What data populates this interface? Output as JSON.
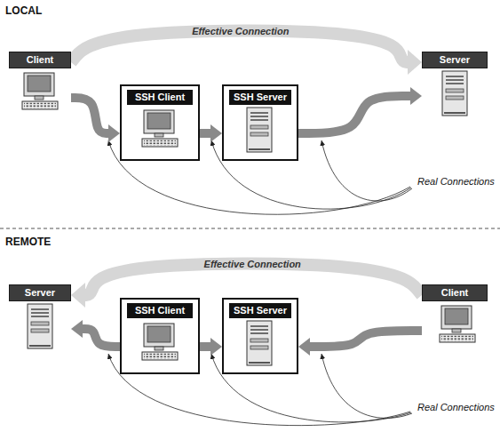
{
  "diagram": {
    "nodes": [
      {
        "text": [
          "Client"
        ]
      },
      {
        "text": [
          "SSH Client"
        ]
      },
      {
        "text": [
          "SSH Server"
        ]
      },
      {
        "text": [
          "Server"
        ]
      },
      {
        "text": [
          "Server"
        ]
      },
      {
        "text": [
          "SSH Client"
        ]
      },
      {
        "text": [
          "SSH Server"
        ]
      },
      {
        "text": [
          "Client"
        ]
      }
    ],
    "edges": [
      {
        "from": 0,
        "to": 1,
        "arrow": "to"
      },
      {
        "from": 1,
        "to": 2,
        "arrow": "to"
      },
      {
        "from": 2,
        "to": 3,
        "arrow": "to"
      },
      {
        "from": 0,
        "to": 3,
        "label": "Effective Connection",
        "arrow": "to"
      },
      {
        "from": 7,
        "to": 6,
        "arrow": "to"
      },
      {
        "from": 5,
        "to": 6,
        "arrow": "to"
      },
      {
        "from": 5,
        "to": 4,
        "arrow": "to"
      },
      {
        "from": 7,
        "to": 4,
        "label": "Effective Connection",
        "arrow": "to"
      }
    ],
    "labels": [
      "LOCAL",
      "Real Connections",
      "REMOTE",
      "Real Connections"
    ]
  }
}
